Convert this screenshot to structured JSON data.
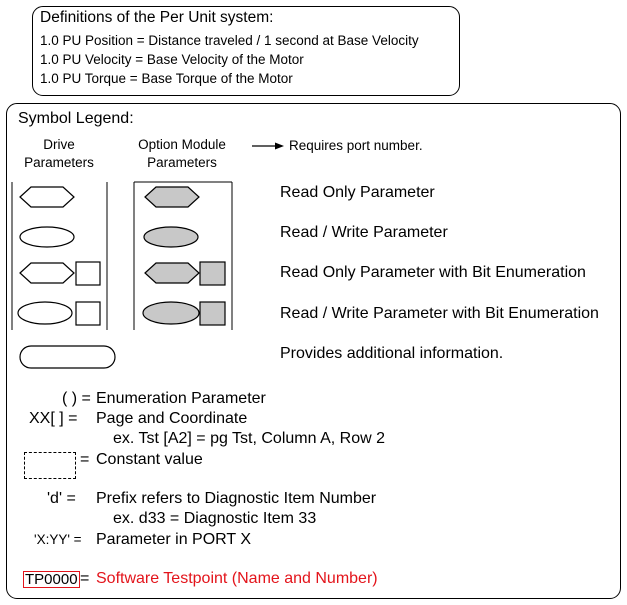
{
  "definitions": {
    "title": "Definitions of the Per Unit system:",
    "lines": [
      "1.0 PU Position = Distance traveled / 1 second at Base Velocity",
      "1.0 PU Velocity = Base Velocity of the Motor",
      "1.0 PU Torque = Base Torque of the Motor"
    ]
  },
  "legend": {
    "title": "Symbol Legend:",
    "drive_header": [
      "Drive",
      "Parameters"
    ],
    "option_header": [
      "Option Module",
      "Parameters"
    ],
    "port_note": "Requires port number.",
    "symbol_rows": [
      "Read Only Parameter",
      "Read / Write Parameter",
      "Read Only Parameter with Bit Enumeration",
      "Read / Write Parameter with Bit Enumeration"
    ],
    "additional_info": "Provides additional information.",
    "notations": {
      "enum_symbol": "( ) =",
      "enum_text": "Enumeration Parameter",
      "page_symbol": "XX[ ] =",
      "page_text": "Page and Coordinate",
      "page_example": "ex. Tst [A2] = pg Tst, Column A, Row 2",
      "constant_symbol": "=",
      "constant_text": "Constant value",
      "diag_symbol": "'d' =",
      "diag_text": "Prefix refers to Diagnostic Item Number",
      "diag_example": "ex. d33 = Diagnostic Item 33",
      "port_symbol": "'X:YY' =",
      "port_text": "Parameter in PORT X",
      "testpoint_symbol": "TP0000",
      "testpoint_eq": "=",
      "testpoint_text": "Software Testpoint (Name and Number)"
    }
  },
  "colors": {
    "text": "#000000",
    "option_fill": "#c8c8c8",
    "testpoint_red": "#e3141b"
  },
  "icons": [
    "arrow-right-icon",
    "hexagon-icon",
    "ellipse-icon",
    "square-icon",
    "pill-icon"
  ]
}
